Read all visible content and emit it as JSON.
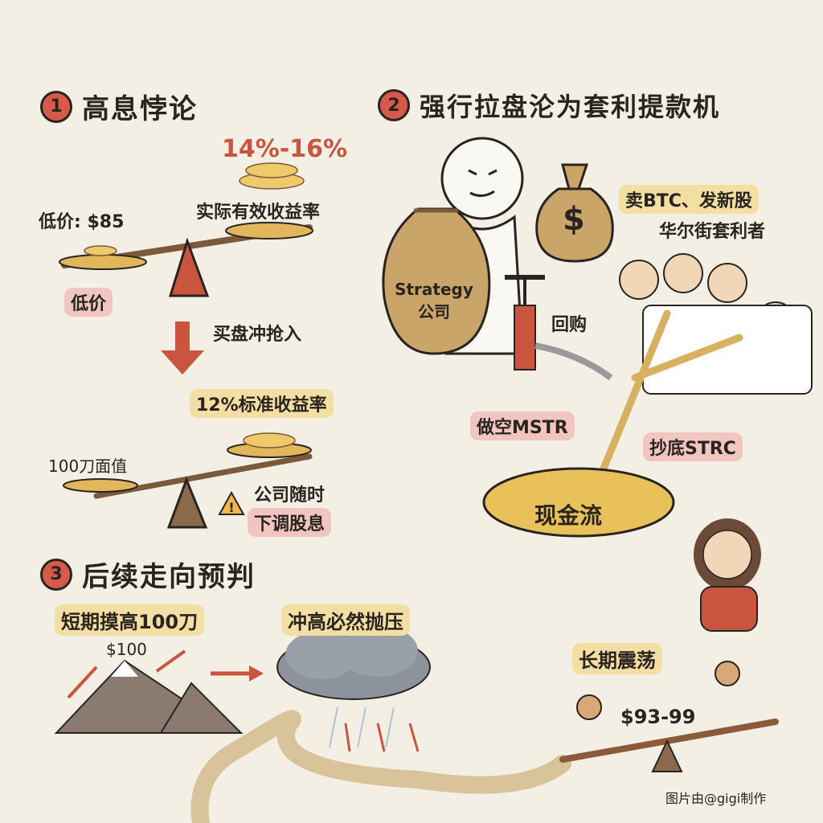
{
  "section1": {
    "number": "1",
    "title": "高息悖论",
    "yield_range": "14%-16%",
    "effective_yield_label": "实际有效收益率",
    "low_price_label": "低价: $85",
    "low_price_tag": "低价",
    "buy_rush_label": "买盘冲抢入",
    "standard_yield_label": "12%标准收益率",
    "face_value_label": "100刀面值",
    "warning_line1": "公司随时",
    "warning_line2": "下调股息"
  },
  "section2": {
    "number": "2",
    "title": "强行拉盘沦为套利提款机",
    "bag_label_line1": "Strategy",
    "bag_label_line2": "公司",
    "dollar_symbol": "$",
    "buyback_label": "回购",
    "sell_label": "卖BTC、发新股",
    "arbitrageurs_label": "华尔街套利者",
    "short_label": "做空MSTR",
    "dip_label": "抄底STRC",
    "cashflow_label": "现金流"
  },
  "section3": {
    "number": "3",
    "title": "后续走向预判",
    "short_term_label": "短期摸高100刀",
    "peak_price": "$100",
    "pressure_label": "冲高必然抛压",
    "long_term_label": "长期震荡",
    "range_label": "$93-99"
  },
  "credit": "图片由@gigi制作",
  "colors": {
    "background": "#f4efe4",
    "accent_red": "#d65a4a",
    "highlight_yellow": "#f3dea3",
    "highlight_pink": "#f1c6c0",
    "gold": "#e2b65a",
    "bag": "#c9a56a"
  }
}
